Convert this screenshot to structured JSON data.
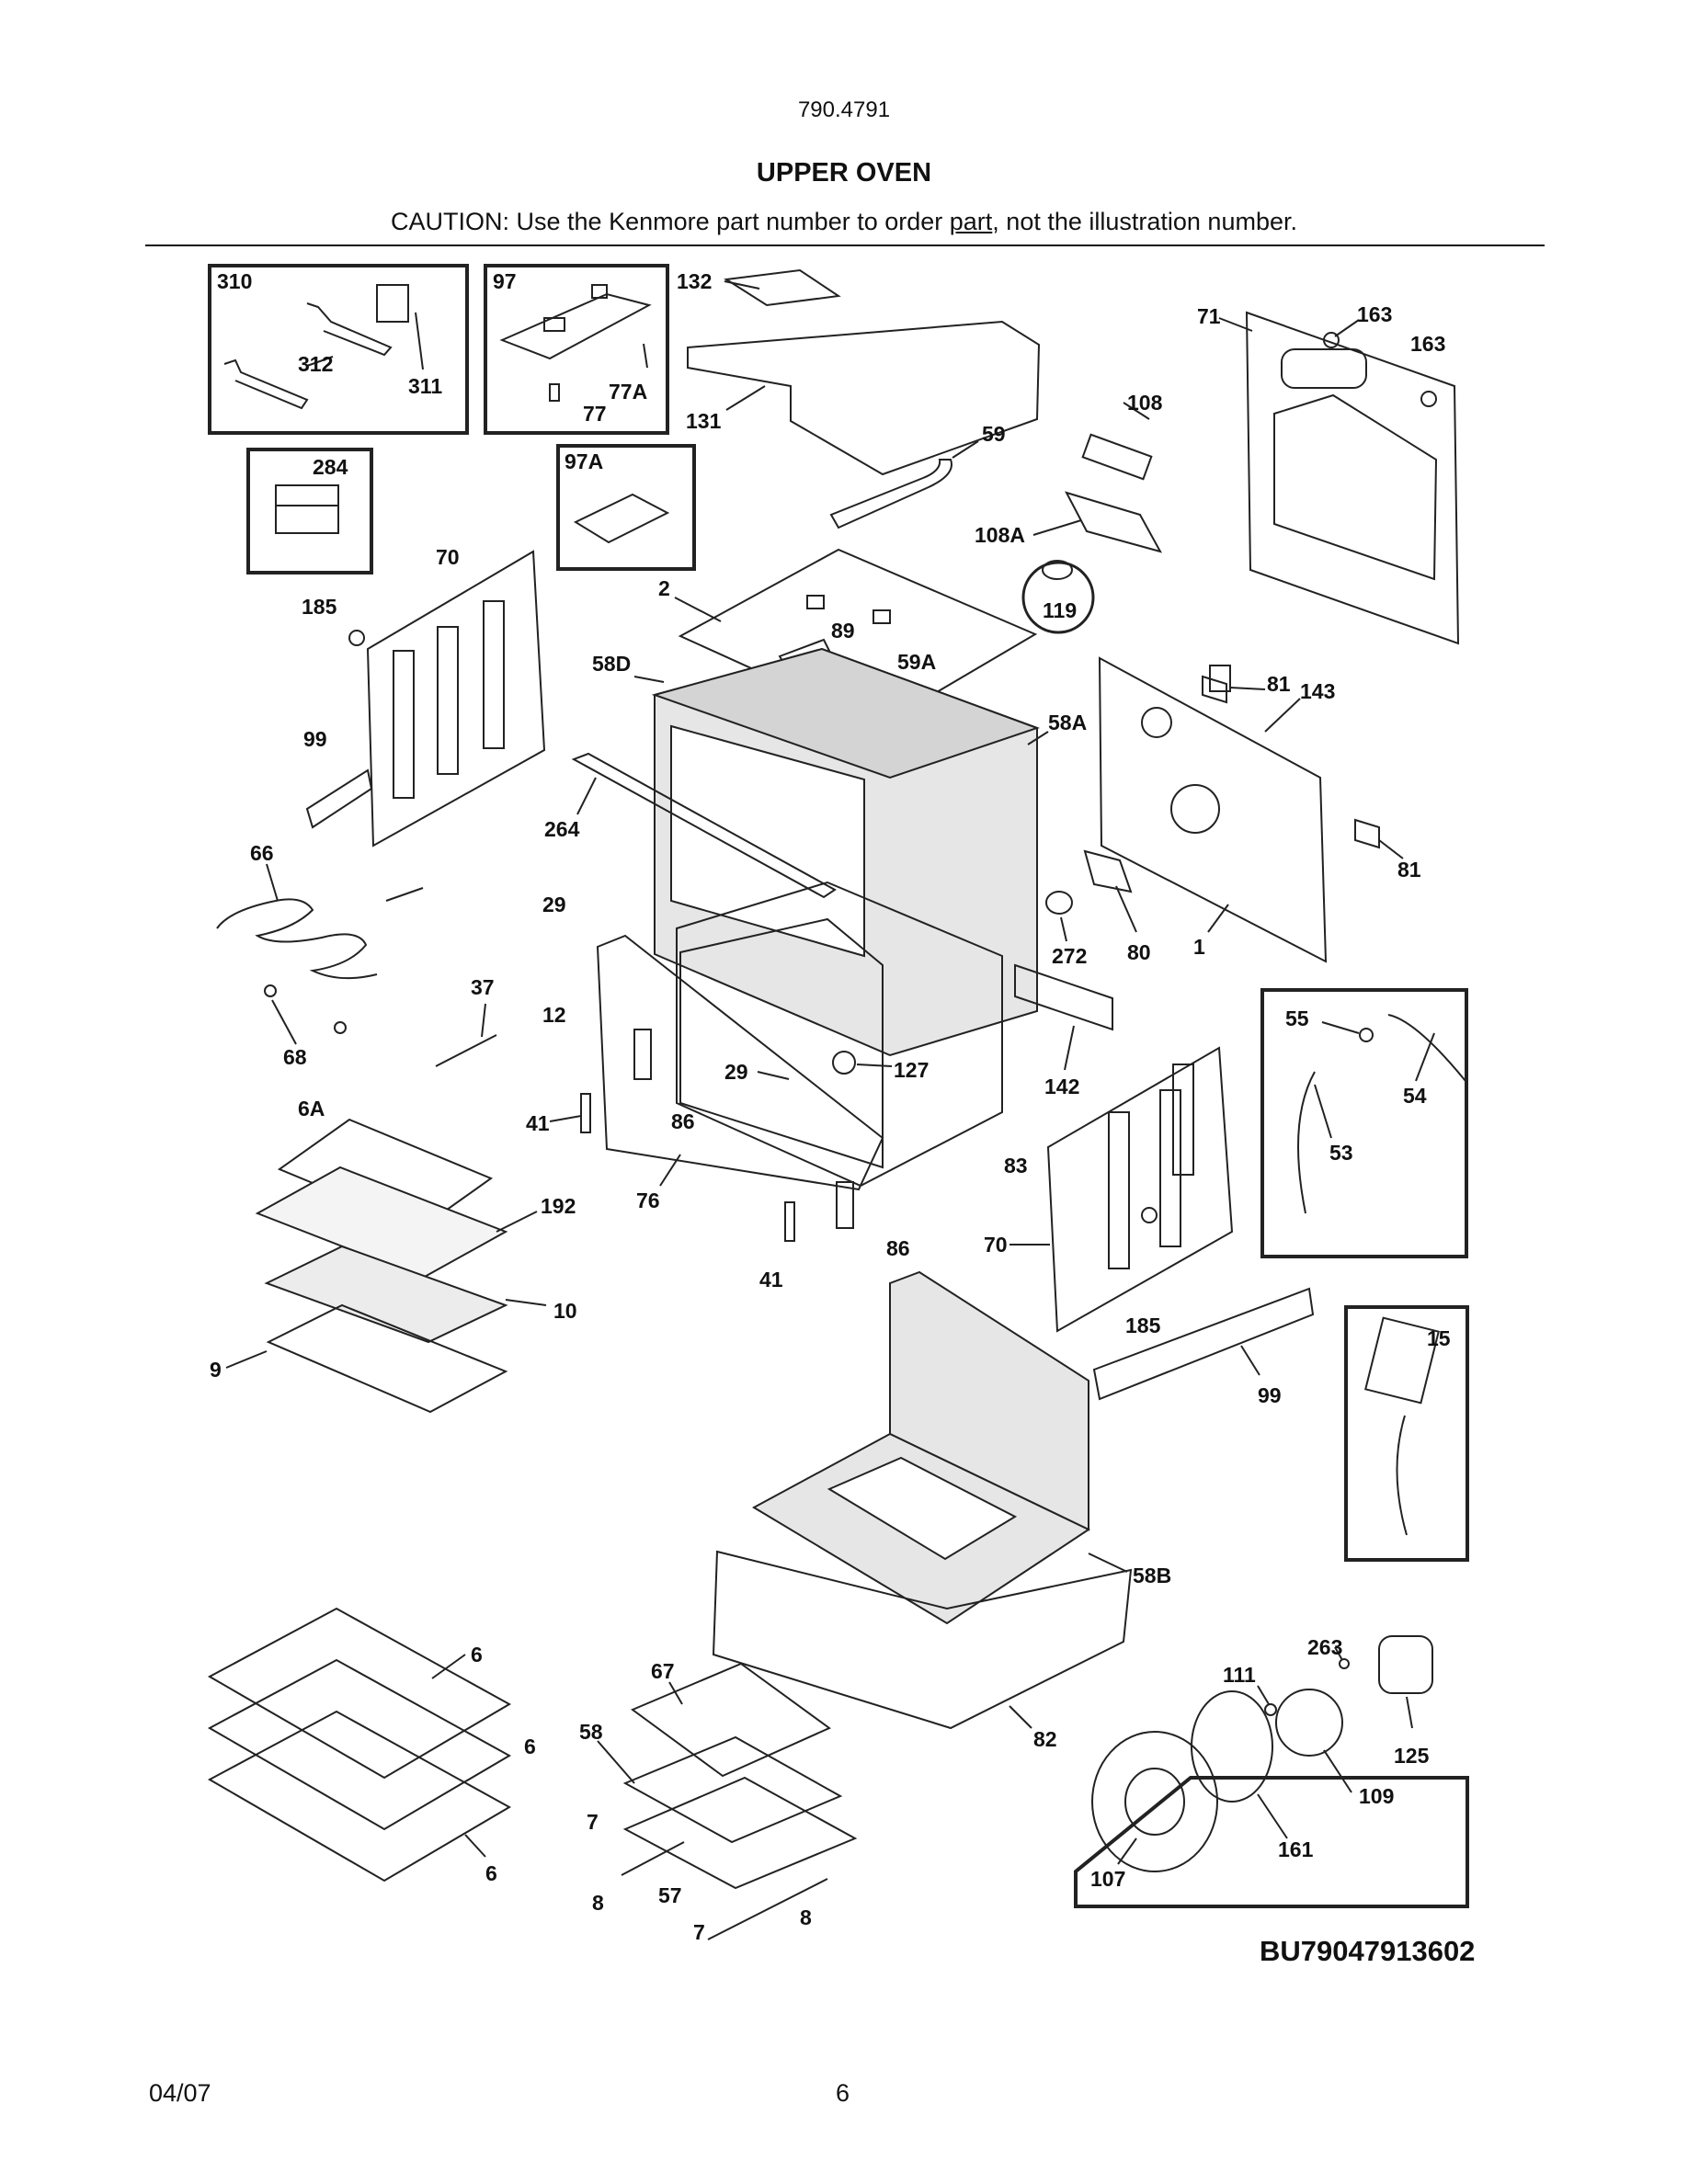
{
  "header": {
    "model_number": "790.4791",
    "title": "UPPER OVEN",
    "caution_before": "CAUTION: Use the Kenmore part number to order ",
    "caution_underlined": "part",
    "caution_after": ", not the illustration number."
  },
  "diagram": {
    "callouts": {
      "c310": "310",
      "c312": "312",
      "c311": "311",
      "c97": "97",
      "c77A": "77A",
      "c77": "77",
      "c132": "132",
      "c131": "131",
      "c163a": "163",
      "c163b": "163",
      "c71": "71",
      "c284": "284",
      "c97A": "97A",
      "c108": "108",
      "c59": "59",
      "c108A": "108A",
      "c119": "119",
      "c70a": "70",
      "c185a": "185",
      "c99a": "99",
      "c2": "2",
      "c89": "89",
      "c58D": "58D",
      "c59A": "59A",
      "c58A": "58A",
      "c81a": "81",
      "c143": "143",
      "c81b": "81",
      "c66": "66",
      "c264": "264",
      "c29a": "29",
      "c37": "37",
      "c12": "12",
      "c68": "68",
      "c272": "272",
      "c80": "80",
      "c1": "1",
      "c55": "55",
      "c54": "54",
      "c53": "53",
      "c142": "142",
      "c29b": "29",
      "c127": "127",
      "c6A": "6A",
      "c41a": "41",
      "c86a": "86",
      "c192": "192",
      "c76": "76",
      "c83": "83",
      "c70b": "70",
      "c86b": "86",
      "c41b": "41",
      "c185b": "185",
      "c10": "10",
      "c9": "9",
      "c15": "15",
      "c99b": "99",
      "c58B": "58B",
      "c6a": "6",
      "c6b": "6",
      "c6c": "6",
      "c67": "67",
      "c58": "58",
      "c263": "263",
      "c111": "111",
      "c125": "125",
      "c82": "82",
      "c109": "109",
      "c7a": "7",
      "c161": "161",
      "c107": "107",
      "c8a": "8",
      "c57": "57",
      "c8b": "8",
      "c7b": "7"
    },
    "part_code": "BU79047913602"
  },
  "footer": {
    "date": "04/07",
    "page_number": "6"
  }
}
